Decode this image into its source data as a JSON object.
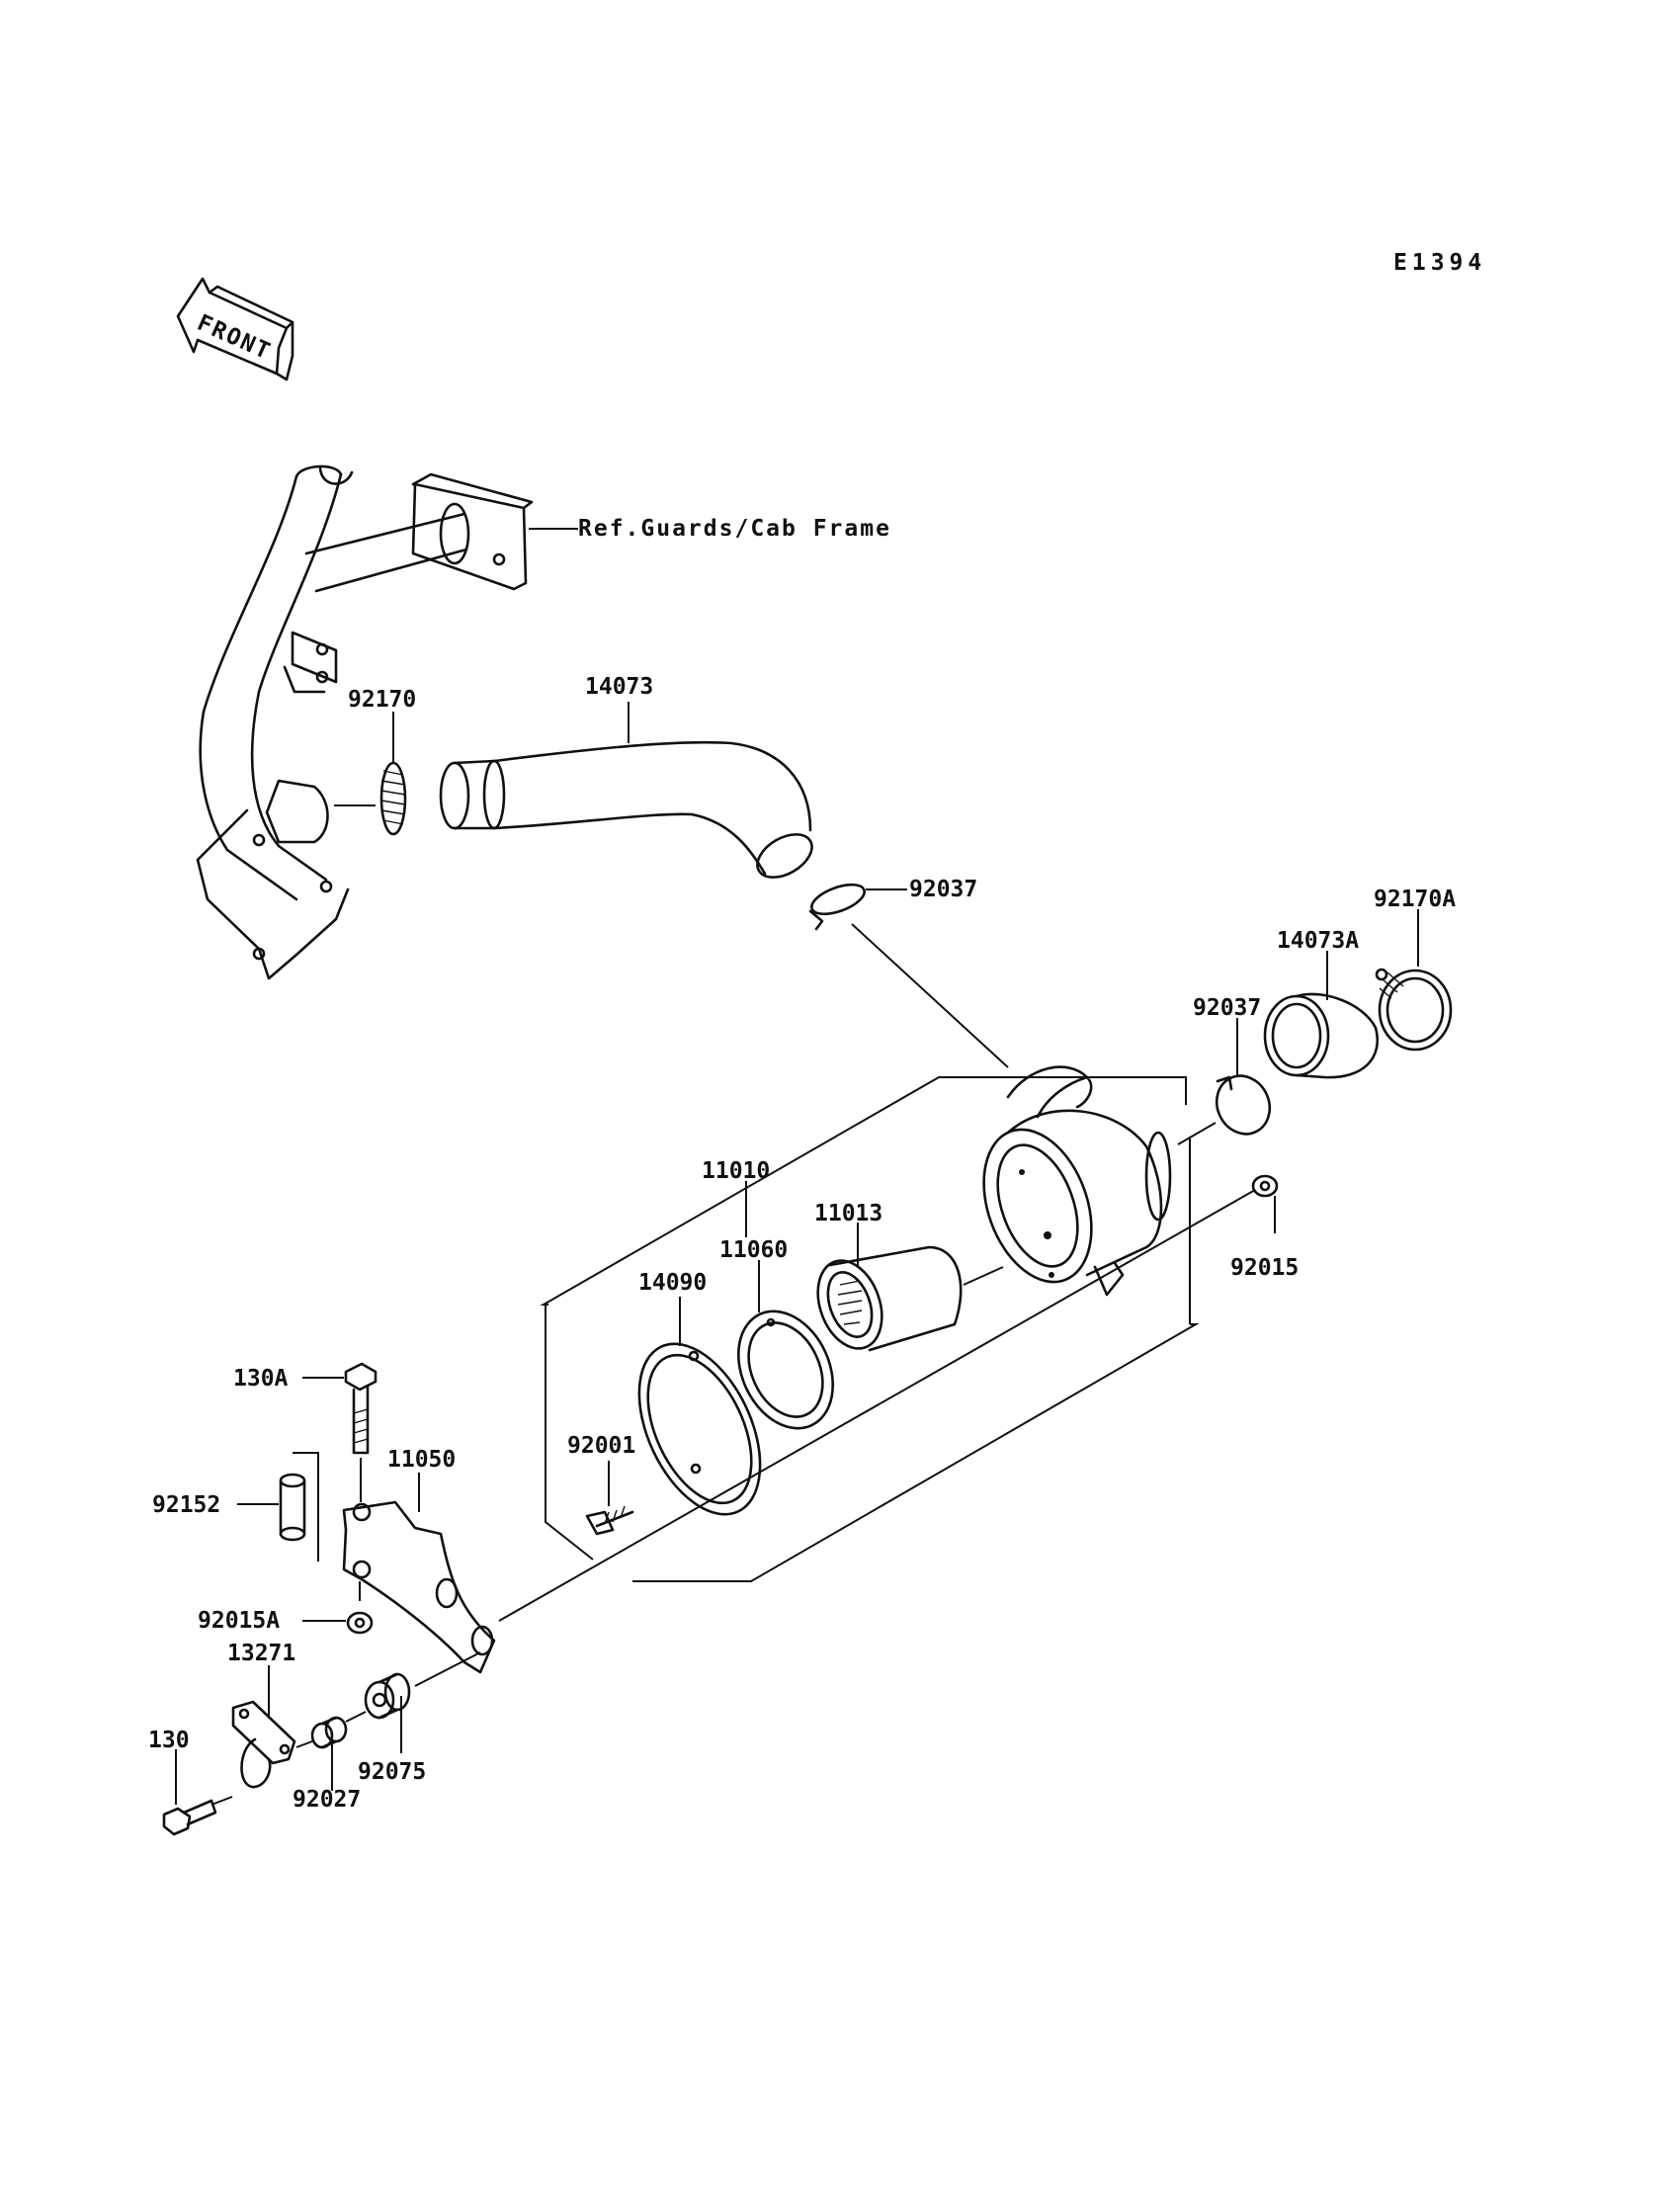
{
  "diagram_code": "E1394",
  "front_badge": "FRONT",
  "reference_note": "Ref.Guards/Cab Frame",
  "callouts": {
    "p92170": "92170",
    "p14073": "14073",
    "p92037": "92037",
    "p92170A": "92170A",
    "p14073A": "14073A",
    "p92037b": "92037",
    "p11010": "11010",
    "p11013": "11013",
    "p11060": "11060",
    "p14090": "14090",
    "p92015": "92015",
    "p130A": "130A",
    "p11050": "11050",
    "p92152": "92152",
    "p92001": "92001",
    "p92015A": "92015A",
    "p13271": "13271",
    "p130": "130",
    "p92027": "92027",
    "p92075": "92075"
  },
  "colors": {
    "ink": "#111111",
    "paper": "#ffffff"
  }
}
